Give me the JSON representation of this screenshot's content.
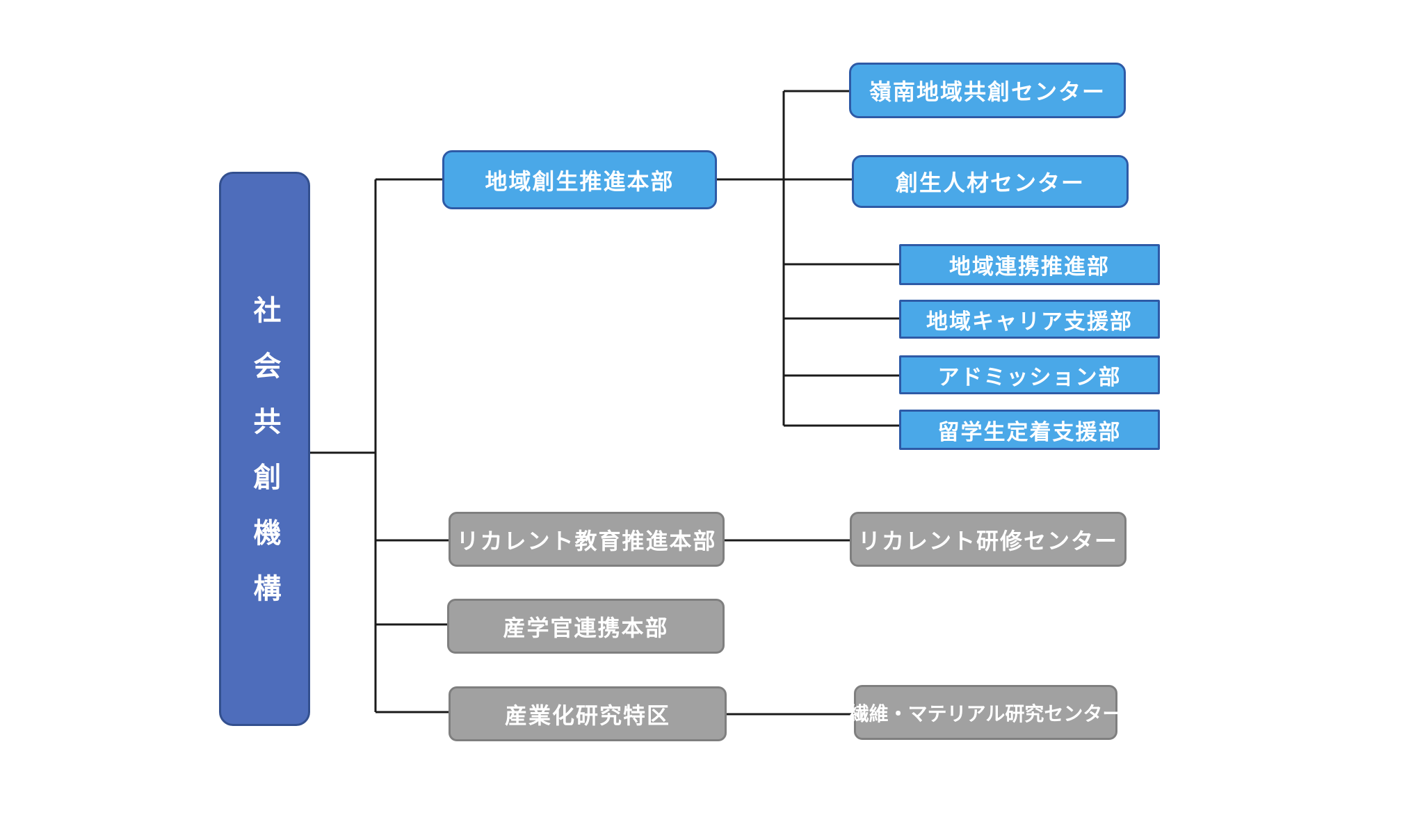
{
  "diagram": {
    "root": {
      "label": "社会共創機構"
    },
    "regional": {
      "label": "地域創生推進本部",
      "centers": [
        {
          "key": "reinan",
          "label": "嶺南地域共創センター"
        },
        {
          "key": "jinzai",
          "label": "創生人材センター"
        }
      ],
      "departments": [
        {
          "key": "renkei",
          "label": "地域連携推進部"
        },
        {
          "key": "career",
          "label": "地域キャリア支援部"
        },
        {
          "key": "admission",
          "label": "アドミッション部"
        },
        {
          "key": "ryugaku",
          "label": "留学生定着支援部"
        }
      ]
    },
    "recurrent": {
      "label": "リカレント教育推進本部",
      "child": "リカレント研修センター"
    },
    "sangaku": {
      "label": "産学官連携本部"
    },
    "tokku": {
      "label": "産業化研究特区",
      "child": "繊維・マテリアル研究センター"
    },
    "colors": {
      "blue_fill": "#4aa8e8",
      "blue_border": "#2e5aa6",
      "gray_fill": "#a1a1a1",
      "gray_border": "#7f7f7f",
      "root_fill": "#4e6dbb",
      "connector": "#1a1a1a"
    }
  }
}
